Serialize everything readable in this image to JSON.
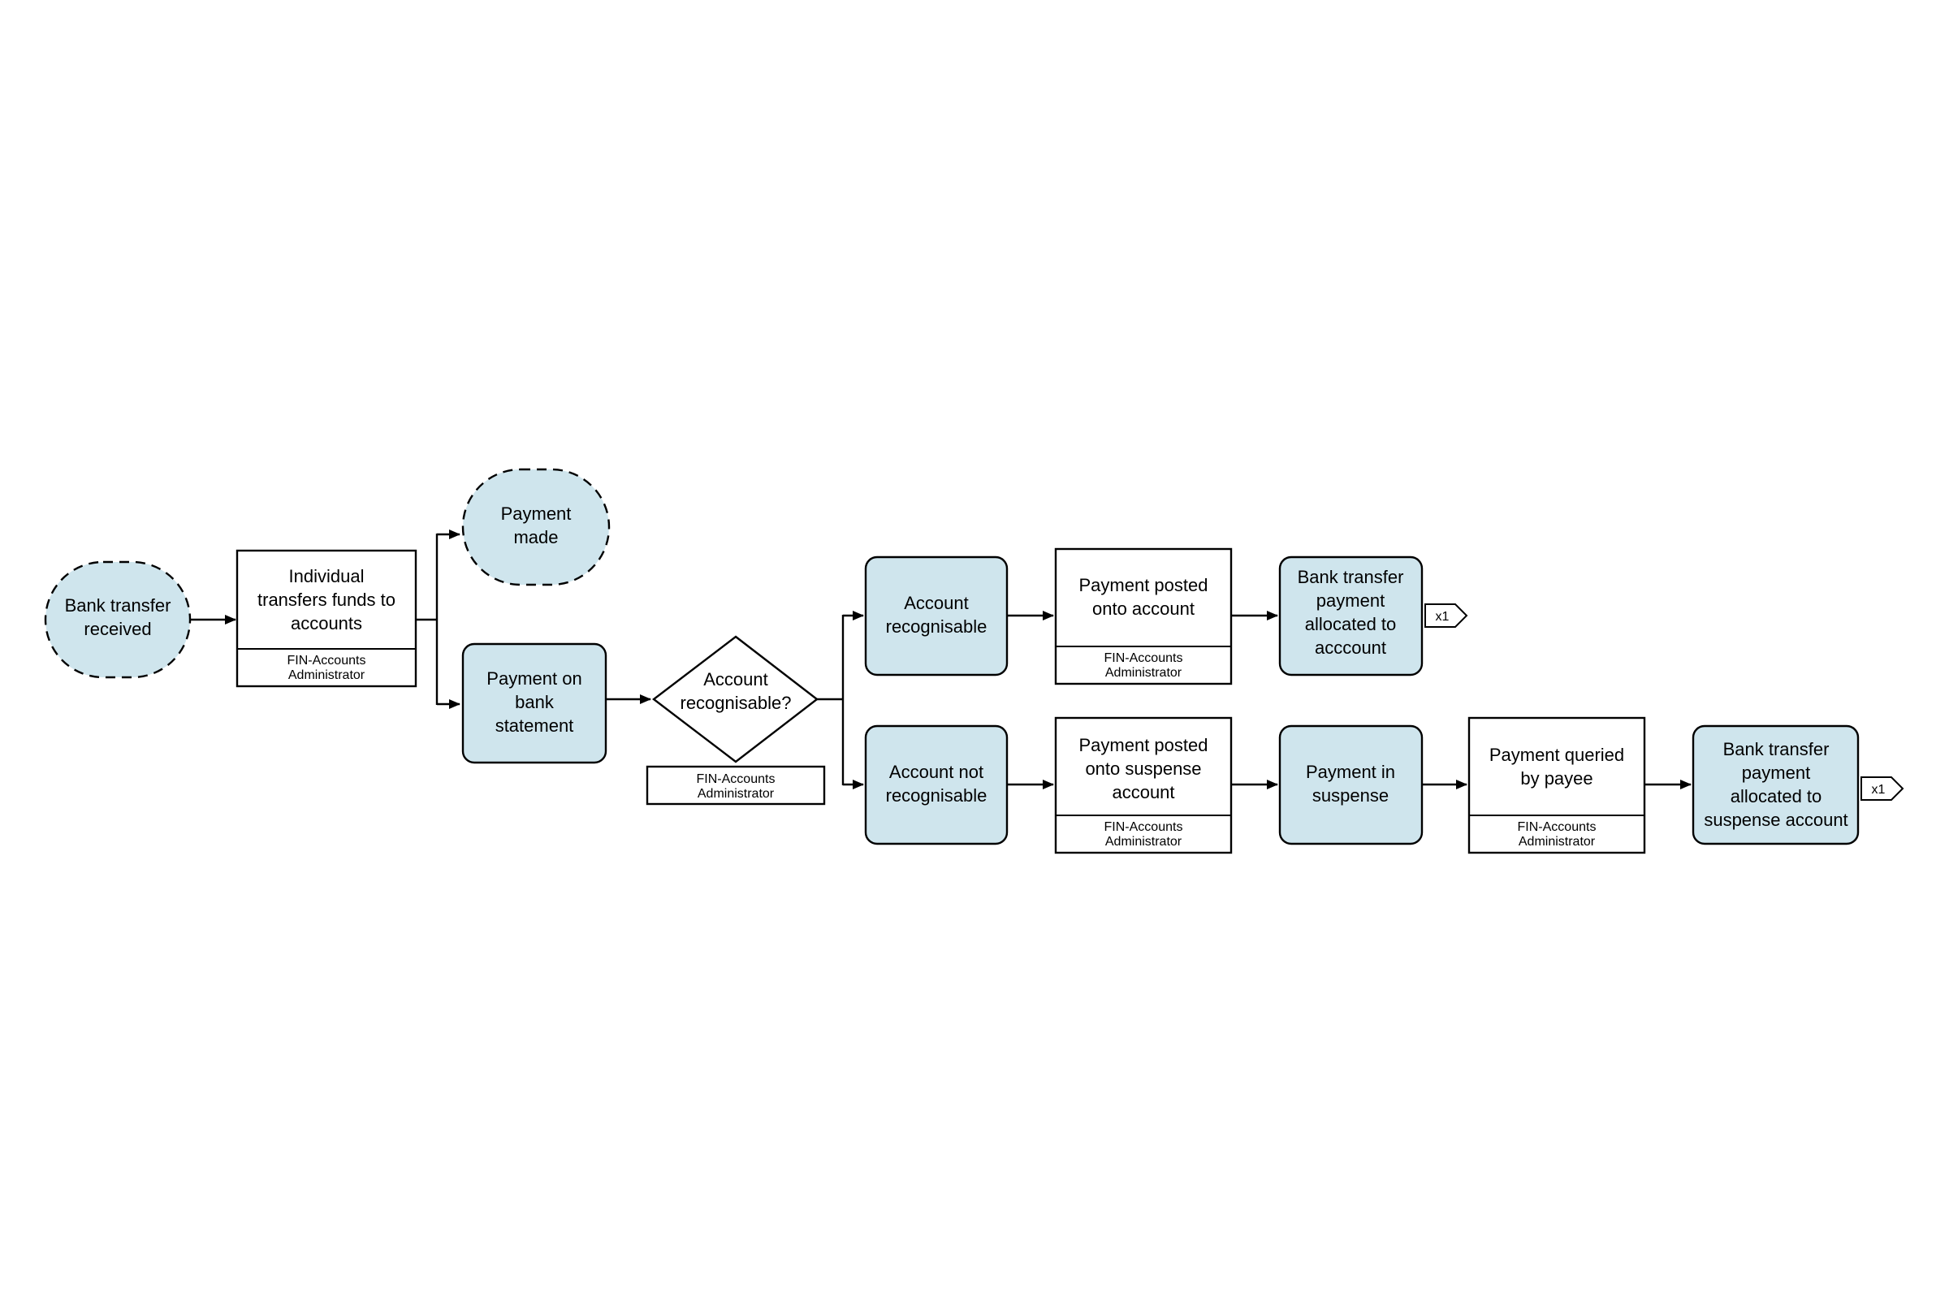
{
  "colors": {
    "event_fill": "#cfe5ed",
    "stroke": "#000000",
    "background": "#ffffff"
  },
  "events": {
    "bank_transfer_received": [
      "Bank transfer",
      "received"
    ],
    "payment_made": [
      "Payment",
      "made"
    ],
    "payment_on_bank_statement": [
      "Payment on",
      "bank",
      "statement"
    ],
    "account_recognisable": [
      "Account",
      "recognisable"
    ],
    "account_not_recognisable": [
      "Account not",
      "recognisable"
    ],
    "payment_allocated_to_account": [
      "Bank transfer",
      "payment",
      "allocated to",
      "acccount"
    ],
    "payment_in_suspense": [
      "Payment in",
      "suspense"
    ],
    "payment_allocated_to_suspense": [
      "Bank transfer",
      "payment",
      "allocated to",
      "suspense account"
    ]
  },
  "functions": {
    "individual_transfers": [
      "Individual",
      "transfers funds to",
      "accounts"
    ],
    "payment_posted_account": [
      "Payment posted",
      "onto account"
    ],
    "payment_posted_suspense": [
      "Payment posted",
      "onto suspense",
      "account"
    ],
    "payment_queried": [
      "Payment queried",
      "by payee"
    ]
  },
  "decision": {
    "label": [
      "Account",
      "recognisable?"
    ]
  },
  "role": [
    "FIN-Accounts",
    "Administrator"
  ],
  "terminators": {
    "top": "x1",
    "bottom": "x1"
  }
}
